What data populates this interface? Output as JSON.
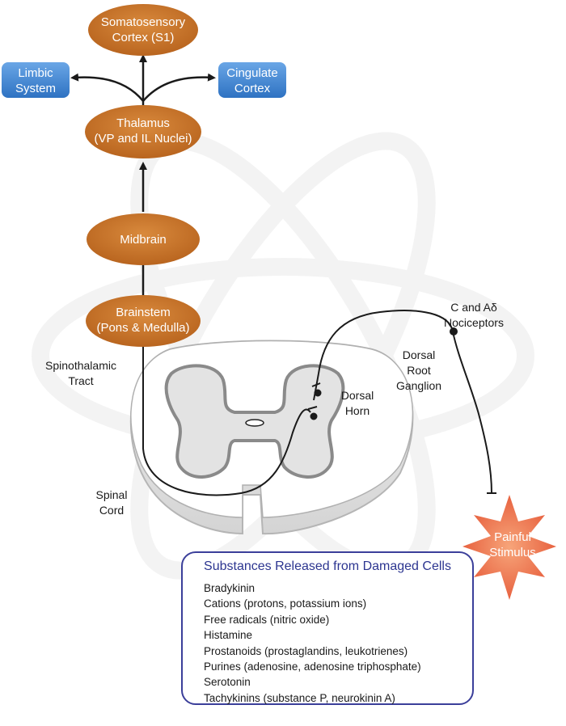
{
  "nodes": {
    "s1": [
      "Somatosensory",
      "Cortex (S1)"
    ],
    "limbic": [
      "Limbic",
      "System"
    ],
    "cingulate": [
      "Cingulate",
      "Cortex"
    ],
    "thalamus": [
      "Thalamus",
      "(VP and IL Nuclei)"
    ],
    "midbrain": [
      "Midbrain"
    ],
    "brainstem": [
      "Brainstem",
      "(Pons & Medulla)"
    ]
  },
  "labels": {
    "spinothalamic": [
      "Spinothalamic",
      "Tract"
    ],
    "spinal_cord": [
      "Spinal",
      "Cord"
    ],
    "dorsal_horn": [
      "Dorsal",
      "Horn"
    ],
    "dorsal_root_ganglion": [
      "Dorsal",
      "Root",
      "Ganglion"
    ],
    "nociceptors": [
      "C and Aδ",
      "Nociceptors"
    ],
    "painful_stimulus": [
      "Painful",
      "Stimulus"
    ]
  },
  "substances": {
    "title": "Substances Released from Damaged Cells",
    "items": [
      "Bradykinin",
      "Cations (protons, potassium ions)",
      "Free radicals (nitric oxide)",
      "Histamine",
      "Prostanoids (prostaglandins, leukotrienes)",
      "Purines (adenosine, adenosine triphosphate)",
      "Serotonin",
      "Tachykinins (substance P, neurokinin A)"
    ]
  },
  "colors": {
    "brain_node": "#c8752c",
    "side_node": "#3f86d4",
    "stimulus": "#ea6a48",
    "box_border": "#3b3f9a"
  }
}
